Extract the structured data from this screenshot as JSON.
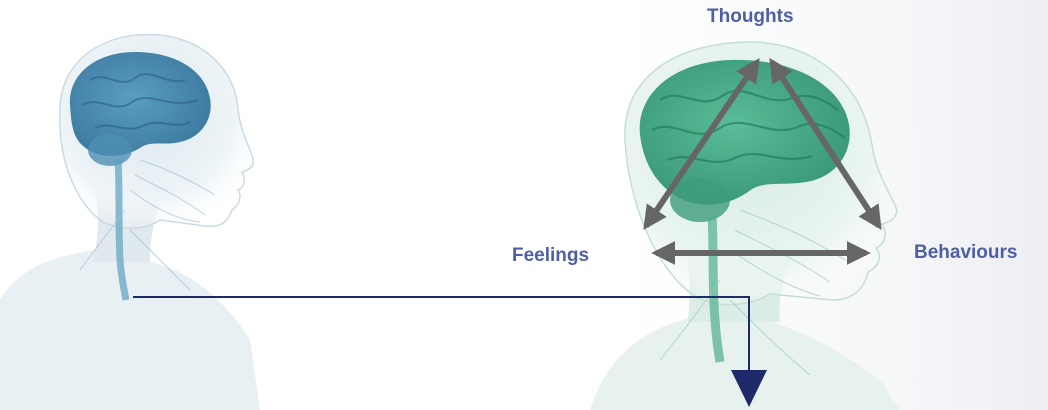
{
  "labels": {
    "thoughts": "Thoughts",
    "feelings": "Feelings",
    "behaviours": "Behaviours"
  },
  "colors": {
    "label": "#4f5fa6",
    "connector": "#1f2a6b",
    "triangle_arrows": "#666666",
    "left_head_tint": "#3f88b0",
    "right_head_tint": "#3aa886"
  },
  "icons": {
    "left_figure": "human-head-brain-blue-icon",
    "right_figure": "human-head-brain-green-icon"
  }
}
